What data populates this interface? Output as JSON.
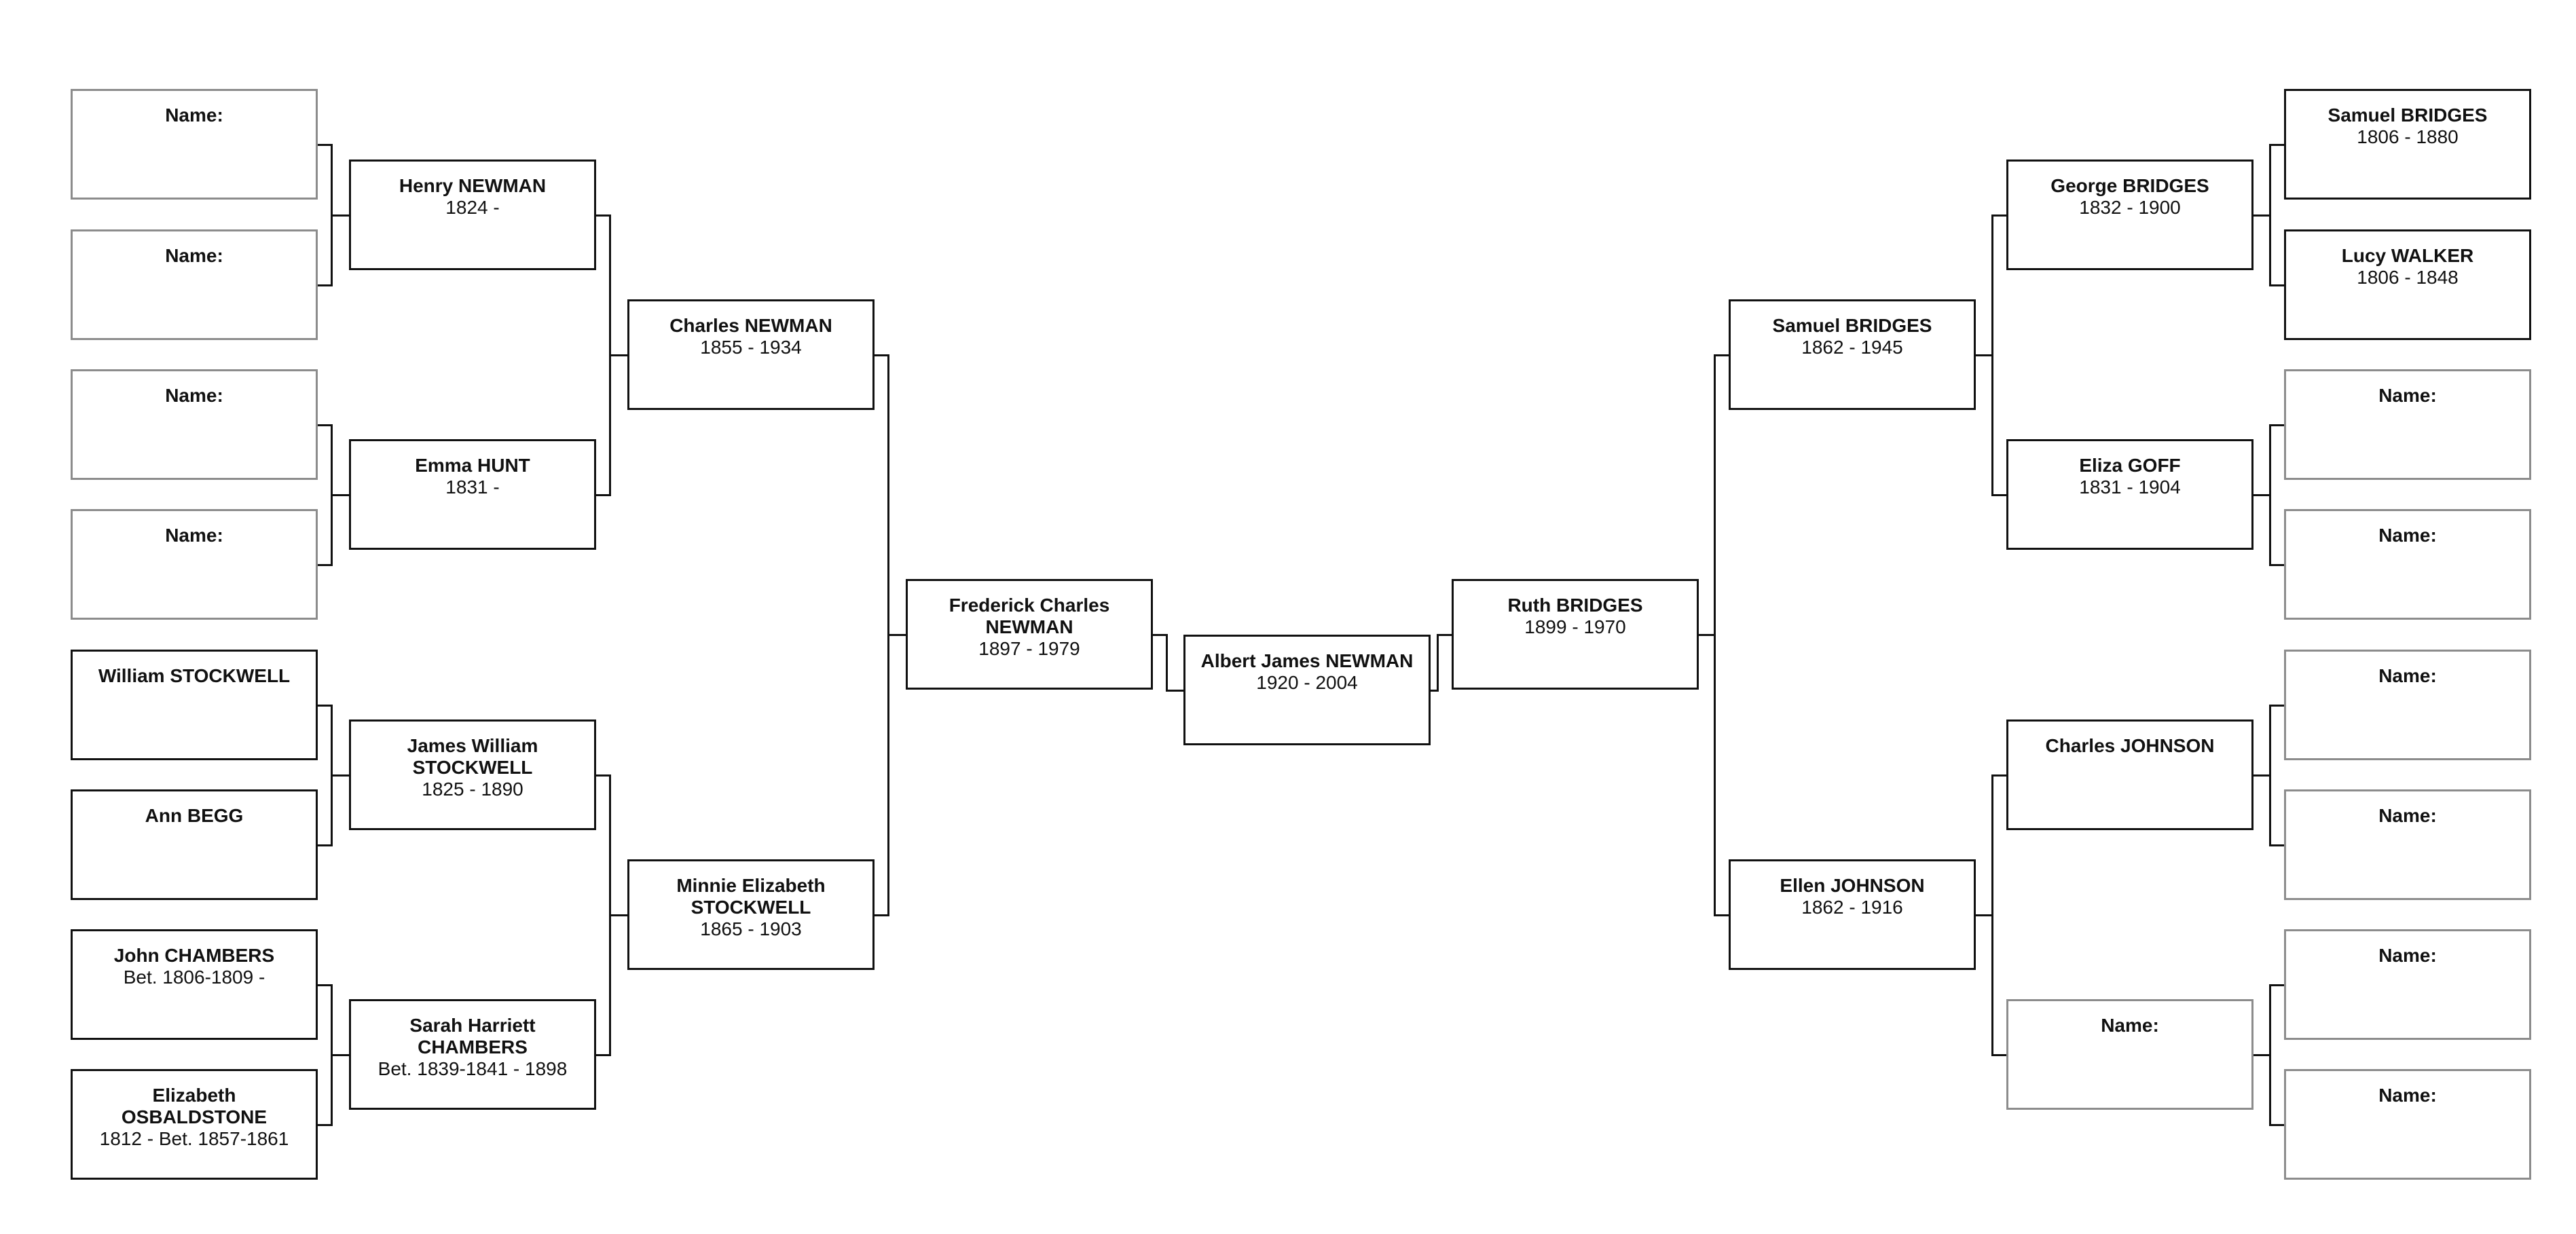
{
  "placeholder_label": "Name:",
  "people": [
    {
      "id": "p1",
      "name": "Albert James NEWMAN",
      "dates": "1920 - 2004"
    },
    {
      "id": "p2",
      "name": "Frederick Charles NEWMAN",
      "dates": "1897 - 1979"
    },
    {
      "id": "p3",
      "name": "Ruth BRIDGES",
      "dates": "1899 - 1970"
    },
    {
      "id": "p4",
      "name": "Charles NEWMAN",
      "dates": "1855 - 1934"
    },
    {
      "id": "p5",
      "name": "Minnie Elizabeth STOCKWELL",
      "dates": "1865 - 1903"
    },
    {
      "id": "p6",
      "name": "Samuel BRIDGES",
      "dates": "1862 - 1945"
    },
    {
      "id": "p7",
      "name": "Ellen JOHNSON",
      "dates": "1862 - 1916"
    },
    {
      "id": "p8",
      "name": "Henry NEWMAN",
      "dates": "1824 -"
    },
    {
      "id": "p9",
      "name": "Emma HUNT",
      "dates": "1831 -"
    },
    {
      "id": "p10",
      "name": "James William STOCKWELL",
      "dates": "1825 - 1890"
    },
    {
      "id": "p11",
      "name": "Sarah Harriett CHAMBERS",
      "dates": "Bet. 1839-1841 - 1898"
    },
    {
      "id": "p12",
      "name": "George BRIDGES",
      "dates": "1832 - 1900"
    },
    {
      "id": "p13",
      "name": "Eliza GOFF",
      "dates": "1831 - 1904"
    },
    {
      "id": "p14",
      "name": "Charles JOHNSON",
      "dates": ""
    },
    {
      "id": "p15",
      "name": "",
      "dates": ""
    },
    {
      "id": "p16",
      "name": "",
      "dates": ""
    },
    {
      "id": "p17",
      "name": "",
      "dates": ""
    },
    {
      "id": "p18",
      "name": "",
      "dates": ""
    },
    {
      "id": "p19",
      "name": "",
      "dates": ""
    },
    {
      "id": "p20",
      "name": "William STOCKWELL",
      "dates": ""
    },
    {
      "id": "p21",
      "name": "Ann BEGG",
      "dates": ""
    },
    {
      "id": "p22",
      "name": "John CHAMBERS",
      "dates": "Bet. 1806-1809 -"
    },
    {
      "id": "p23",
      "name": "Elizabeth OSBALDSTONE",
      "dates": "1812 - Bet. 1857-1861"
    },
    {
      "id": "p24",
      "name": "Samuel BRIDGES",
      "dates": "1806 - 1880"
    },
    {
      "id": "p25",
      "name": "Lucy WALKER",
      "dates": "1806 - 1848"
    },
    {
      "id": "p26",
      "name": "",
      "dates": ""
    },
    {
      "id": "p27",
      "name": "",
      "dates": ""
    },
    {
      "id": "p28",
      "name": "",
      "dates": ""
    },
    {
      "id": "p29",
      "name": "",
      "dates": ""
    },
    {
      "id": "p30",
      "name": "",
      "dates": ""
    },
    {
      "id": "p31",
      "name": "",
      "dates": ""
    }
  ]
}
